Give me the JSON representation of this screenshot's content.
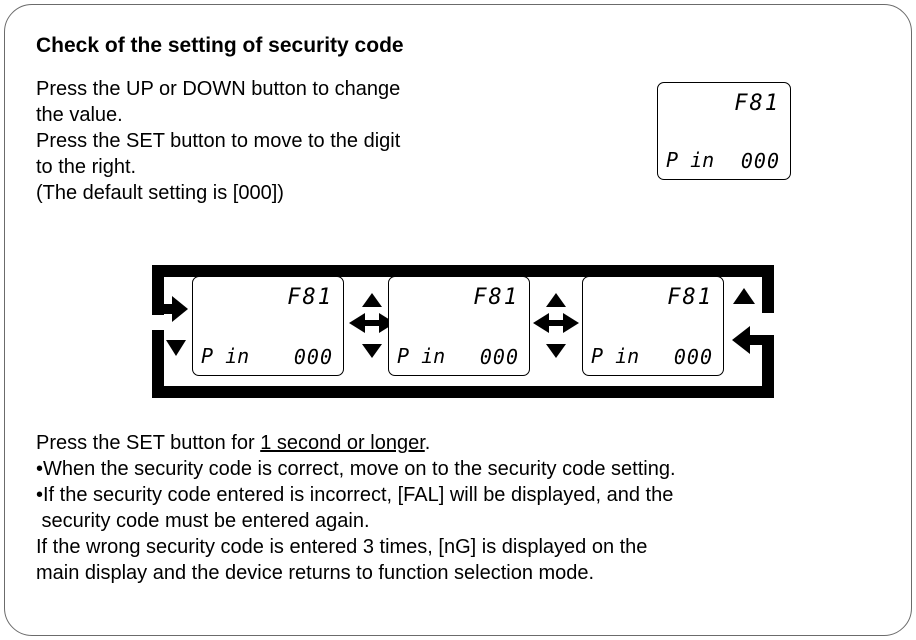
{
  "title": "Check of the setting of security code",
  "intro": [
    "Press the UP or DOWN button to change",
    "the value.",
    "Press the SET button to move to the digit",
    "to the right.",
    "(The default setting is [000])"
  ],
  "lcd_top": "F81",
  "lcd_label": "P in",
  "lcd_code_main": "000",
  "lcd_codes": [
    "000",
    "000",
    "000"
  ],
  "bottom": {
    "line1_prefix": "Press the SET button for ",
    "line1_underlined": "1 second or longer",
    "line1_suffix": ".",
    "bullet1": "•When the security code is correct, move on to the security code setting.",
    "bullet2a": "•If the security code entered is incorrect, [FAL] will be displayed, and the",
    "bullet2b": " security code must be entered again.",
    "note1": "If the wrong security code is entered 3 times, [nG] is displayed on the",
    "note2": "main display and the device returns to function selection mode."
  }
}
